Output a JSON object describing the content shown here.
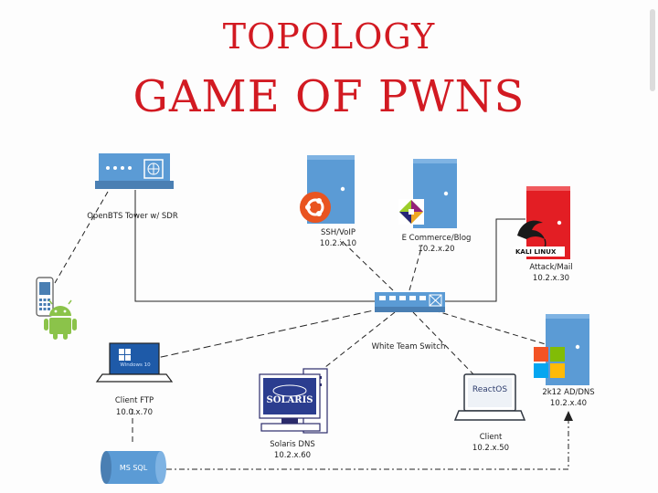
{
  "title": {
    "line1": "TOPOLOGY",
    "line2": "GAME OF PWNS"
  },
  "colors": {
    "title_red": "#d21a22",
    "server_blue": "#5b9bd5",
    "attack_red": "#e31e24",
    "line": "#222222"
  },
  "nodes": {
    "openbts": {
      "name": "OpenBTS Tower w/ SDR",
      "icon": "network-tower-icon"
    },
    "ssh_voip": {
      "name": "SSH/VoIP",
      "ip": "10.2.x.10",
      "icon": "ubuntu-icon"
    },
    "ecommerce": {
      "name": "E Commerce/Blog",
      "ip": "10.2.x.20",
      "icon": "centos-icon"
    },
    "attack_mail": {
      "name": "Attack/Mail",
      "ip": "10.2.x.30",
      "logo": "KALI LINUX",
      "icon": "kali-dragon-icon"
    },
    "switch": {
      "name": "White Team Switch",
      "icon": "switch-icon"
    },
    "ad_dns": {
      "name": "2k12 AD/DNS",
      "ip": "10.2.x.40",
      "icon": "windows-icon"
    },
    "client_ftp": {
      "name": "Client FTP",
      "ip": "10.0.x.70",
      "screen_text": "Windows 10",
      "icon": "windows-laptop-icon"
    },
    "solaris_dns": {
      "name": "Solaris DNS",
      "ip": "10.2.x.60",
      "logo": "SOLARIS",
      "icon": "solaris-desktop-icon"
    },
    "client": {
      "name": "Client",
      "ip": "10.2.x.50",
      "logo": "ReactOS",
      "icon": "reactos-laptop-icon"
    },
    "ms_sql": {
      "name": "MS SQL",
      "icon": "database-icon"
    },
    "phone": {
      "icon": "mobile-phone-icon"
    },
    "android": {
      "icon": "android-icon"
    }
  }
}
